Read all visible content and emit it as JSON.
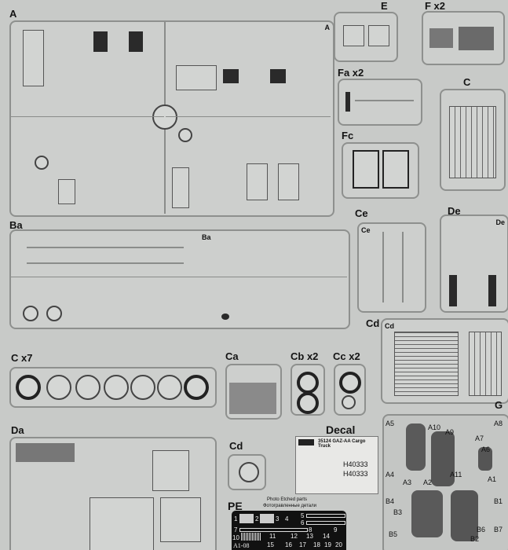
{
  "sprues": {
    "A": {
      "label": "A",
      "inner_label": "A"
    },
    "E": {
      "label": "E"
    },
    "F": {
      "label": "F x2"
    },
    "Fa": {
      "label": "Fa x2"
    },
    "C": {
      "label": "C"
    },
    "Fc": {
      "label": "Fc"
    },
    "Ba": {
      "label": "Ba",
      "inner_label": "Ba"
    },
    "Ce": {
      "label": "Ce",
      "inner_label": "Ce"
    },
    "De": {
      "label": "De",
      "inner_label": "De"
    },
    "Cd_right": {
      "label": "Cd",
      "inner_label": "Cd"
    },
    "C7": {
      "label": "C x7"
    },
    "Ca": {
      "label": "Ca"
    },
    "Cb": {
      "label": "Cb x2"
    },
    "Cc": {
      "label": "Cc x2"
    },
    "Da": {
      "label": "Da"
    },
    "Cd_lower": {
      "label": "Cd"
    },
    "G": {
      "label": "G",
      "parts": [
        "A5",
        "A10",
        "A9",
        "A8",
        "A7",
        "A6",
        "A4",
        "A3",
        "A2",
        "A11",
        "A1",
        "B4",
        "B3",
        "B1",
        "B6",
        "B7",
        "B5",
        "B2"
      ]
    }
  },
  "decal": {
    "label": "Decal",
    "title": "35124 GAZ-AA Cargo Truck",
    "plates": [
      "H40333",
      "H40333"
    ]
  },
  "pe": {
    "label": "PE",
    "title_en": "Photo Etched parts",
    "title_ru": "Фотогравленные детали",
    "code": "A1-08",
    "numbers": [
      "1",
      "2",
      "3",
      "4",
      "5",
      "6",
      "7",
      "8",
      "9",
      "10",
      "11",
      "12",
      "13",
      "14",
      "15",
      "16",
      "17",
      "18",
      "19",
      "20"
    ]
  }
}
